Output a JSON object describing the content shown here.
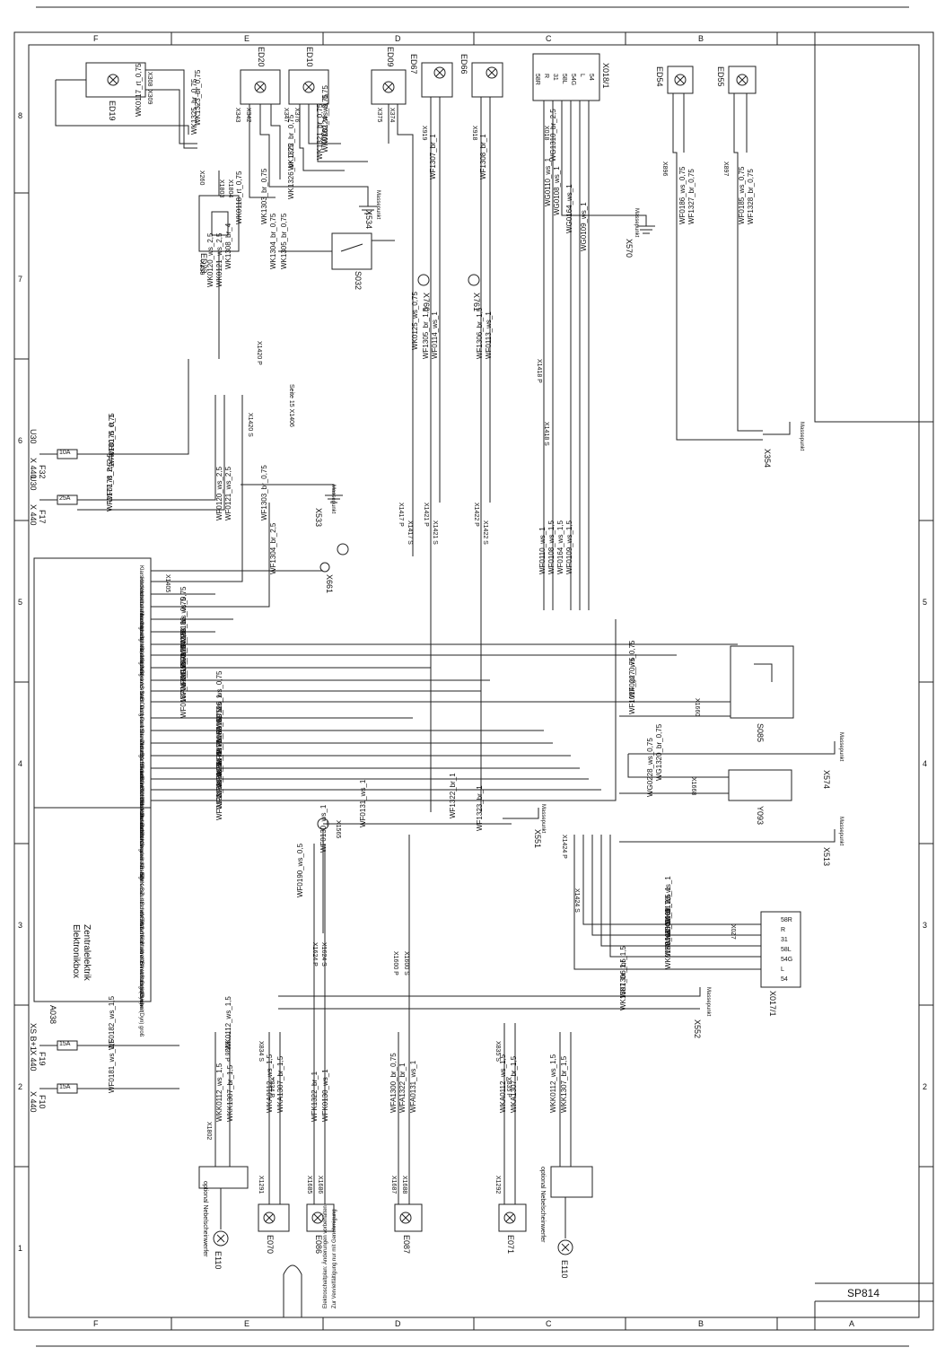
{
  "sheet": {
    "id": "SP814",
    "grid_letters_top": [
      "F",
      "E",
      "D",
      "C",
      "B"
    ],
    "grid_letters_bottom": [
      "F",
      "E",
      "D",
      "C",
      "B",
      "A"
    ],
    "grid_numbers": [
      "8",
      "7",
      "6",
      "5",
      "4",
      "3",
      "2",
      "1"
    ],
    "footer_note_1": "Elektroschaltplan: Änderungen vorbehalten",
    "footer_note_2": "Zur Vervielfältigung nur mit Genehmigung"
  },
  "components": {
    "ed19": "ED19",
    "ed20": "ED20",
    "ed10": "ED10",
    "ed09": "ED09",
    "ed67": "ED67",
    "ed66": "ED66",
    "x018_1": "X018/1",
    "ed54": "ED54",
    "ed55": "ED55",
    "ed23": "ED23",
    "s032": "S032",
    "x534": "X534",
    "x760": "X760",
    "x761": "X761",
    "x570": "X570",
    "x354": "X354",
    "x533": "X533",
    "x661": "X661",
    "a038": "A038",
    "s085": "S085",
    "x574": "X574",
    "y093": "Y093",
    "x513": "X513",
    "x551": "X551",
    "x017_1": "X017/1",
    "x552": "X552",
    "e110_left": "E110",
    "e070": "E070",
    "e086": "E086",
    "e087": "E087",
    "e071": "E071",
    "e110_right": "E110",
    "f32": "F32",
    "f17": "F17",
    "f19": "F19",
    "f10": "F10"
  },
  "labels": {
    "fuse_10a": "10A",
    "fuse_25a": "25A",
    "fuse_15a_1": "15A",
    "fuse_15a_2": "15A",
    "x440_1": "X 440",
    "x440_2": "X 440",
    "x440_3": "X 440",
    "x440_4": "X 440",
    "u30_1": "U30",
    "u30_2": "U30",
    "xs_b1": "XS B+1",
    "masse": "Massepunkt",
    "optional_left": "optional Nebelscheinwerfer",
    "optional_right": "optional Nebelscheinwerfer",
    "seite15": "Seite 15  X1406"
  },
  "a038_block": {
    "title1": "Elektronikbox",
    "title2": "Zentralelektrik",
    "pins": [
      "Klarsichtfenster",
      "Heckscheibenheizung",
      "Heckscheibenheizung",
      "Innenleuchte",
      "Heckscheibenheizung",
      "Heckscheibenheizung",
      "Blinker, 2 rechts",
      "Blinker 2 links",
      "Blinker - rechts",
      "Blinker - links",
      "AS Dach ein 1",
      "AS Dach ein 1",
      "Diagnose Gerätel",
      "Parkbeleuchtung",
      "Standlicht 90 SR links",
      "Zusatzscheinwerfer",
      "Standlicht Blinker links",
      "Standlicht 90 SR rechts",
      "Standlicht Blinker rechts",
      "Rückfahrlicht / rechts",
      "Rückfahrlicht rechts"
    ],
    "pins_lower": [
      "Zusatz Sbb",
      "Relais Klima",
      "Steuergerät I/B - GV",
      "Steuerrelais 58a",
      "frei",
      "Analogmasse",
      "frei",
      "K-Bus III",
      "Zusatzlicht 58a",
      "Scheinwerfer 58d",
      "K-Bus L",
      "Wischkontakt X054",
      "frei",
      "Blinkrelais rechts",
      "frei",
      "Blinkrelais links",
      "AS vom (Dyn)",
      "Digitaleinheit",
      "AS vom (Dyn) groß"
    ]
  },
  "wires": {
    "w1": "WK0117_rt_0,75",
    "w2": "WK1325_br_0,75",
    "w3": "WK1323_br_0,75",
    "w4": "WK1322_br_0,75",
    "w5": "WK0124_ws_0,75",
    "w6": "WK0162_ws_0,75",
    "w7": "WK1321_br_0,75",
    "w8": "WK1326_br_0,75",
    "w9": "WF1307_br_1",
    "w10": "WF1308_br_1",
    "w11": "WG1310_br_2,5",
    "w12": "WG0110_ws_1",
    "w13": "WG0108_ws_1",
    "w14": "WG0164_ws_1",
    "w15": "WG0109_ws_1",
    "w16": "WF0186_ws_0,75",
    "w17": "WF1327_br_0,75",
    "w18": "WF0185_ws_0,75",
    "w19": "WF1328_br_0,75",
    "w20": "WK0118_rt_0,75",
    "w21": "WK1303_br_0,75",
    "w22": "WK1304_br_0,75",
    "w23": "WK1305_br_0,75",
    "w24": "WK0120_ws_2,5",
    "w25": "WK0121_ws_2,5",
    "w26": "WK1308_br_4",
    "w27": "WF0175_rt_1",
    "w28": "WF0180_rt_0,75",
    "w29": "WF0178_rt_2,5",
    "w30": "WF0177_rt_2,5",
    "w31": "WF0120_ws_2,5",
    "w32": "WF0121_ws_2,5",
    "w33": "WF1303_br_0,75",
    "w34": "WF1304_br_2,5",
    "w35": "WK0125_ws_0,75",
    "w36": "WF1305_br_1,5",
    "w37": "WF0114_ws_1",
    "w38": "WF1306_br_1,5",
    "w39": "WF0113_ws_1",
    "w40": "WF0227_ws_0,75",
    "w41": "WF1014_gn_0,75",
    "w42": "WG1320_br_0,75",
    "w43": "WG0228_ws_0,75",
    "w44": "WF1322_br_1",
    "w45": "WF1323_br_1",
    "w46": "WF0131_ws_1",
    "w47": "WF0130_ws_1",
    "w48": "WF0190_ws_0,5",
    "w49": "WK0170_ws_1",
    "w50": "WK0169_ws_1",
    "w51": "WK1309_br_2,5",
    "w52": "WK0167_ws_1",
    "w53": "WK0168_ws_1",
    "w54": "WK1306_br_1,5",
    "w55": "WK1307_br_1,5",
    "w56": "WF0182_ws_1,5",
    "w57": "WF0181_ws_1,5",
    "w58": "WK0112_ws_1,5",
    "w59": "WKK0112_ws_1,5",
    "w60": "WKK1307_br_1,5",
    "w61": "WKA0112_ws_1,5",
    "w62": "WKA1307_br_1,5",
    "w63": "WFK1322_br_1",
    "w64": "WFK0130_ws_1",
    "w65": "WFA1300_br_0,75",
    "w66": "WFA1322_br_1",
    "w67": "WFA0131_ws_1",
    "w68": "WKA0112_ws_1,5",
    "w69": "WKA1307_br_1,5",
    "w70": "WKK0112_ws_1,5",
    "w71": "WKK1307_br_1,5",
    "w72": "WF0186_ws_0,75",
    "w73": "WF0183_ws_0,75",
    "w74": "WF0114_ws_1",
    "w75": "WF1302_rt_2,5",
    "w76": "WF0113_ws_1",
    "w77": "WF0179_ws_0,75",
    "w78": "WF0187_ws_0,75",
    "w79": "WF0126_ws_0,75",
    "w80": "WF0111_ws_1",
    "w81": "WF0167_ws_1",
    "w82": "WF0171_ws_0,75",
    "w83": "WF0170_ws_1",
    "w84": "WF0166_ws_1",
    "w85": "WF0169_ws_1",
    "w86": "WF0168_ws_1",
    "w87": "WF0128_ws_0,75",
    "w88": "WF0110_ws_1",
    "w89": "WF0108_ws_1,5",
    "w90": "WF0164_ws_1,5",
    "w91": "WF0109_ws_1,5"
  },
  "connectors": {
    "c1": "X308",
    "c2": "X309",
    "c3": "X1803",
    "c4": "X1804",
    "c5": "X919",
    "c6": "X918",
    "c7": "X018",
    "c8": "X1420 P",
    "c9": "X1420 S",
    "c10": "X1417 P",
    "c11": "X1417 S",
    "c12": "X1421 P",
    "c13": "X1421 S",
    "c14": "X1422 P",
    "c15": "X1422 S",
    "c16": "X1418 P",
    "c17": "X1418 S",
    "c18": "X1424 P",
    "c19": "X1424 S",
    "c20": "X1600 P",
    "c21": "X1600 S",
    "c22": "X1624 P",
    "c23": "X1624 S",
    "c24": "X1660",
    "c25": "X1668",
    "c26": "X1565",
    "c27": "X1802",
    "c28": "X834 S",
    "c29": "X834 P",
    "c30": "X835 S",
    "c31": "X835 P",
    "c32": "X836 P",
    "c33": "X1291",
    "c34": "X1292",
    "c35": "X1685",
    "c36": "X1686",
    "c37": "X1687",
    "c38": "X1688",
    "c39": "X1405",
    "c40": "X0Z7",
    "c41": "X896",
    "c42": "X897",
    "c43": "X260",
    "c44": "X259",
    "c45": "X375",
    "c46": "X374",
    "c47": "X343",
    "c48": "X342",
    "c49": "X347",
    "c50": "X376"
  },
  "x018_pins": [
    "58R",
    "R",
    "31",
    "58L",
    "54G",
    "L",
    "54"
  ],
  "x017_pins": [
    "58R",
    "R",
    "31",
    "58L",
    "54G",
    "L",
    "54"
  ]
}
